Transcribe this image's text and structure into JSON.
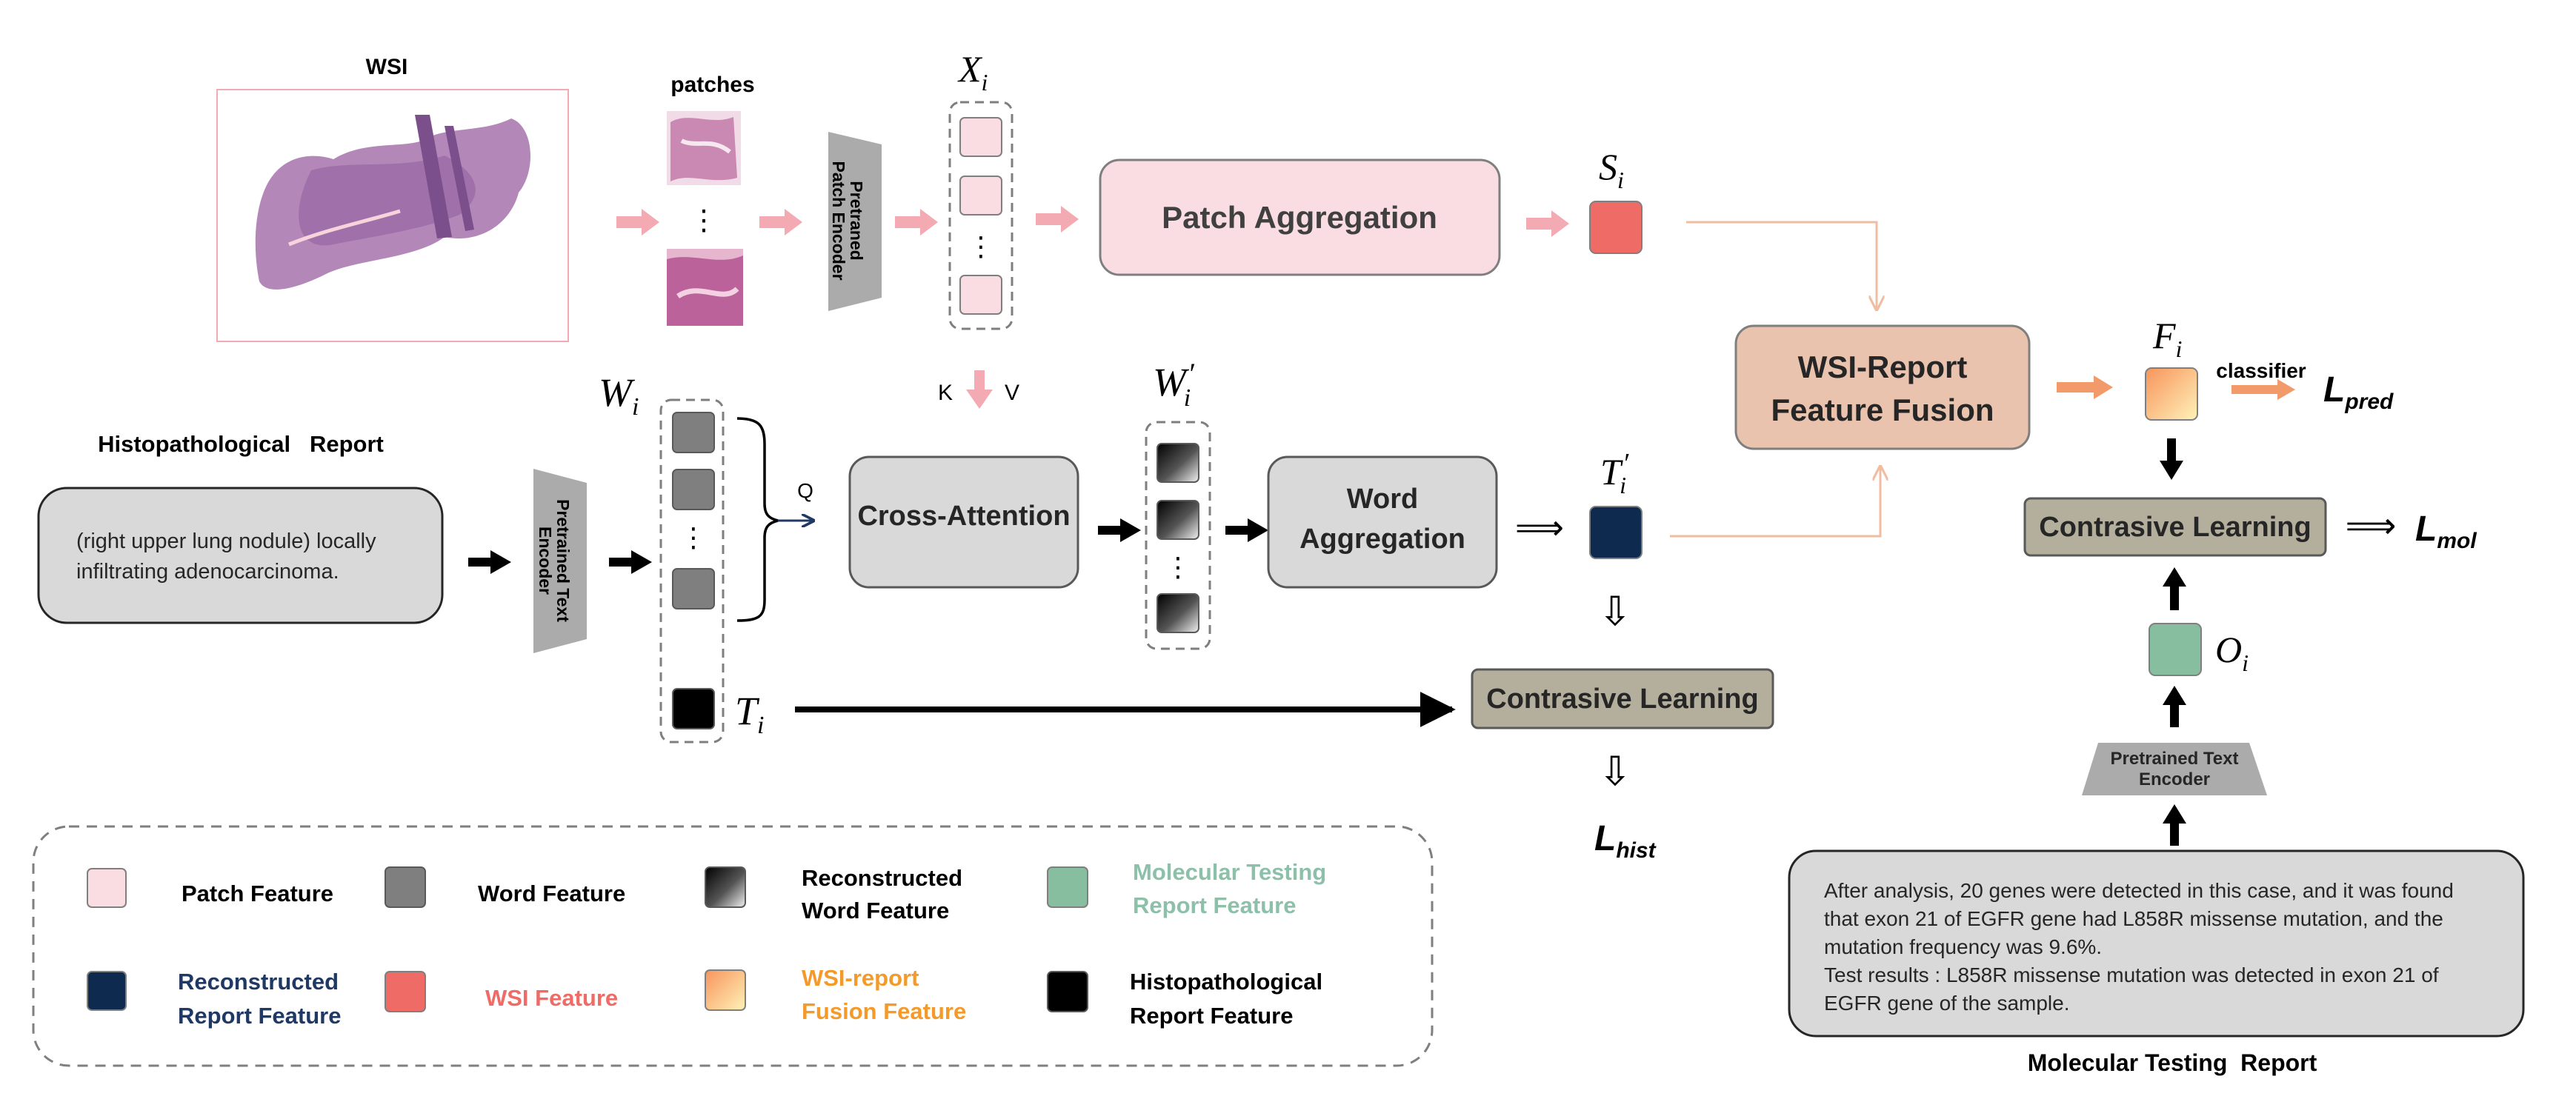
{
  "colors": {
    "patch_feature": "#f9dde2",
    "word_feature": "#7f7f7f",
    "reconstructed_report": "#0e2a4f",
    "wsi_feature": "#ef6b66",
    "molecular_feature": "#88bea0",
    "histo_feature": "#000000",
    "fusion_box": "#e9c3ad",
    "aggregation_pink": "#f9dde2",
    "contrastive_box": "#b4ae9c",
    "gray_box": "#d9d9d9",
    "pink_arrow": "#f4aab3",
    "orange_arrow": "#f39a6a",
    "tan_arrow": "#efbda2",
    "navy_text": "#1f3864",
    "salmon_text": "#ef6b66",
    "orange_text": "#f39a2a",
    "green_text": "#8cc0a8"
  },
  "icons": {
    "encoder": "trapezoid-encoder-icon",
    "brace": "curly-brace-icon",
    "wsi_image": "tissue-slide-icon",
    "patch_image": "tissue-patch-icon"
  },
  "labels": {
    "wsi": "WSI",
    "patches": "patches",
    "patch_encoder_line1": "Pretraned",
    "patch_encoder_line2": "Patch Encoder",
    "x_i": "X",
    "x_i_sub": "i",
    "patch_aggregation": "Patch Aggregation",
    "s_i": "S",
    "s_i_sub": "i",
    "wsi_report_fusion_line1": "WSI-Report",
    "wsi_report_fusion_line2": "Feature Fusion",
    "f_i": "F",
    "f_i_sub": "i",
    "classifier": "classifier",
    "l_pred": "L",
    "l_pred_sub": "pred",
    "k": "K",
    "v": "V",
    "q": "Q",
    "w_i": "W",
    "w_i_sub": "i",
    "w_prime": "W",
    "w_prime_sub": "i",
    "w_prime_sup": "′",
    "histo_report_title": "Histopathological   Report",
    "histo_report_line1": "(right upper lung nodule) locally",
    "histo_report_line2": "infiltrating adenocarcinoma.",
    "text_encoder_line1": "Pretrained Text",
    "text_encoder_line2": "Encoder",
    "cross_attention": "Cross-Attention",
    "word_aggregation_line1": "Word",
    "word_aggregation_line2": "Aggregation",
    "t_prime": "T",
    "t_prime_sub": "i",
    "t_prime_sup": "′",
    "t_i": "T",
    "t_i_sub": "i",
    "contrastive_hist": "Contrasive Learning",
    "l_hist": "L",
    "l_hist_sub": "hist",
    "contrastive_mol": "Contrasive Learning",
    "l_mol": "L",
    "l_mol_sub": "mol",
    "o_i": "O",
    "o_i_sub": "i",
    "mol_encoder_line1": "Pretrained Text",
    "mol_encoder_line2": "Encoder",
    "mol_report_line1": "After analysis, 20 genes were detected in this case, and it was found",
    "mol_report_line2": "that exon 21 of EGFR gene had L858R missense mutation, and the",
    "mol_report_line3": "mutation frequency was 9.6%.",
    "mol_report_line4": "Test results : L858R missense mutation was detected in exon 21 of",
    "mol_report_line5": "EGFR gene of the sample.",
    "mol_report_title": "Molecular Testing  Report",
    "vdots": "⋮",
    "double_arrow_right": "⟹",
    "double_arrow_down": "⇩"
  },
  "legend": {
    "patch_feature": "Patch Feature",
    "word_feature": "Word Feature",
    "reconstructed_word_line1": "Reconstructed",
    "reconstructed_word_line2": "Word Feature",
    "molecular_line1": "Molecular Testing",
    "molecular_line2": "Report Feature",
    "reconstructed_report_line1": "Reconstructed",
    "reconstructed_report_line2": "Report Feature",
    "wsi_feature": "WSI Feature",
    "fusion_line1": "WSI-report",
    "fusion_line2": "Fusion Feature",
    "histo_line1": "Histopathological",
    "histo_line2": "Report Feature"
  }
}
